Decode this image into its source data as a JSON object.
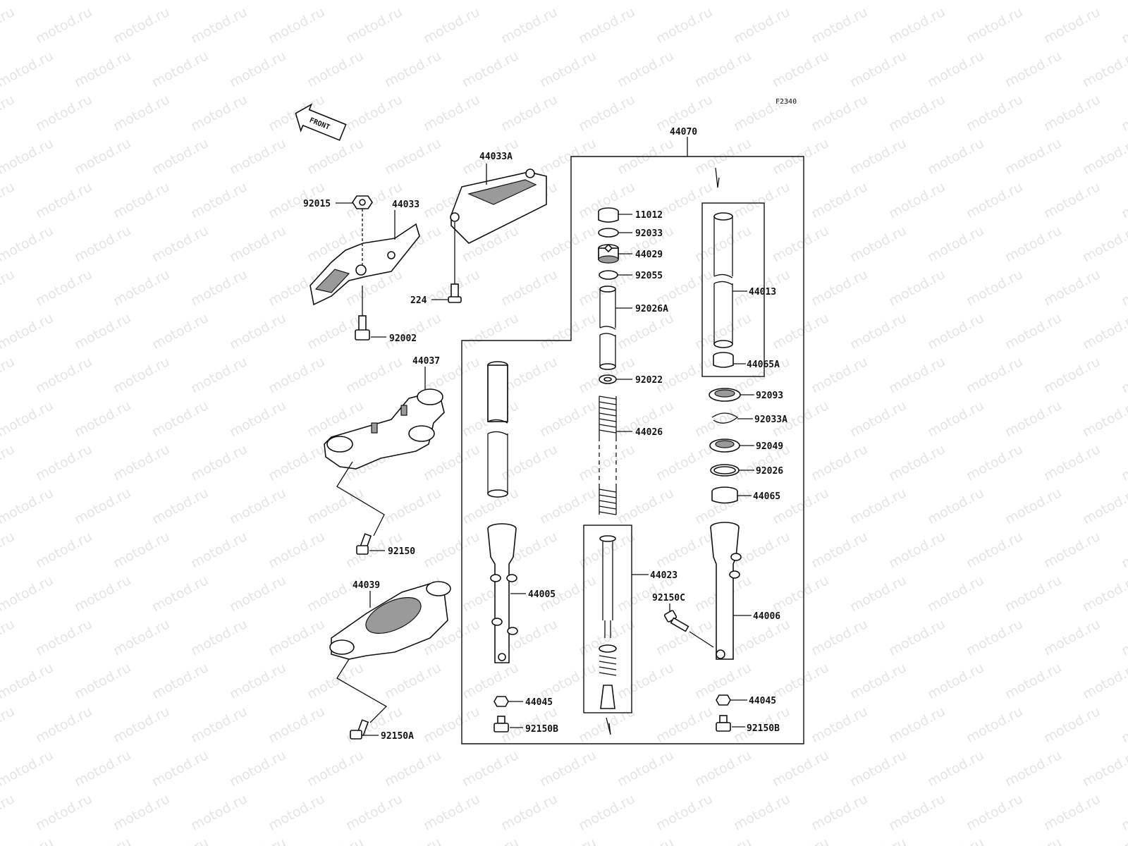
{
  "watermark": "motod.ru",
  "figure_code": "F2340",
  "front_label": "FRONT",
  "labels": {
    "l44070": "44070",
    "l44033A": "44033A",
    "l92015": "92015",
    "l44033": "44033",
    "l224": "224",
    "l92002": "92002",
    "l44037": "44037",
    "l92150": "92150",
    "l44039": "44039",
    "l92150A": "92150A",
    "l11012": "11012",
    "l92033": "92033",
    "l44029": "44029",
    "l92055": "92055",
    "l92026A": "92026A",
    "l92022": "92022",
    "l44026": "44026",
    "l44013": "44013",
    "l44065A": "44065A",
    "l92093": "92093",
    "l92033A": "92033A",
    "l92049": "92049",
    "l92026": "92026",
    "l44065": "44065",
    "l44005": "44005",
    "l44023": "44023",
    "l92150C": "92150C",
    "l44006": "44006",
    "l44045a": "44045",
    "l92150Ba": "92150B",
    "l44045b": "44045",
    "l92150Bb": "92150B"
  },
  "colors": {
    "line": "#111111",
    "shade": "#9a9a9a",
    "watermark": "#cfcfcf"
  }
}
